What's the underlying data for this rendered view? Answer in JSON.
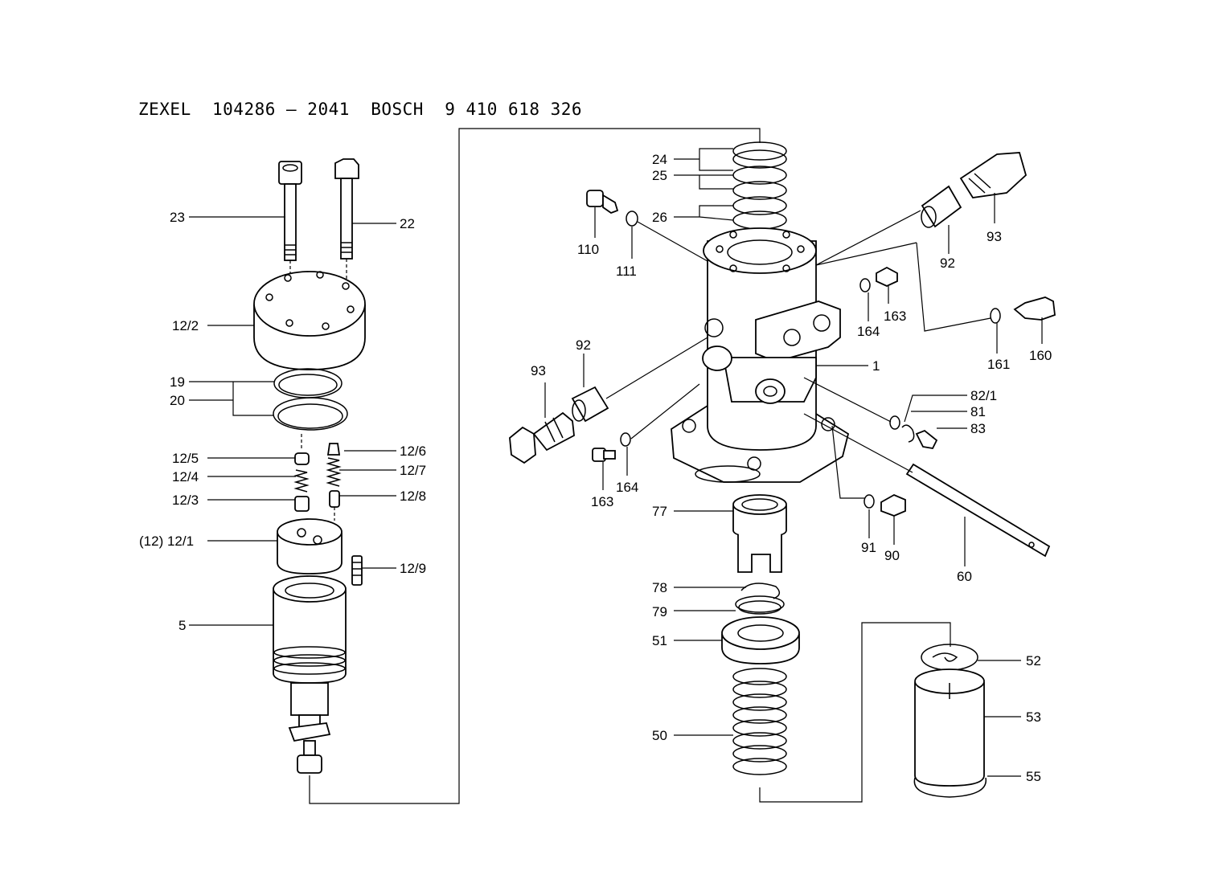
{
  "header": {
    "make1": "ZEXEL",
    "part1": "104286 – 2041",
    "make2": "BOSCH",
    "part2": "9 410 618 326"
  },
  "callouts": {
    "p23": "23",
    "p22": "22",
    "p12_2": "12/2",
    "p19": "19",
    "p20": "20",
    "p12_5": "12/5",
    "p12_4": "12/4",
    "p12_3": "12/3",
    "p12_1": "(12) 12/1",
    "p12_6": "12/6",
    "p12_7": "12/7",
    "p12_8": "12/8",
    "p12_9": "12/9",
    "p5": "5",
    "p24": "24",
    "p25": "25",
    "p26": "26",
    "p110": "110",
    "p111": "111",
    "p92a": "92",
    "p93a": "93",
    "p163a": "163",
    "p164a": "164",
    "p160": "160",
    "p161": "161",
    "p1": "1",
    "p93b": "93",
    "p92b": "92",
    "p163b": "163",
    "p164b": "164",
    "p82_1": "82/1",
    "p81": "81",
    "p83": "83",
    "p77": "77",
    "p91": "91",
    "p90": "90",
    "p60": "60",
    "p78": "78",
    "p79": "79",
    "p51": "51",
    "p50": "50",
    "p52": "52",
    "p53": "53",
    "p55": "55"
  }
}
